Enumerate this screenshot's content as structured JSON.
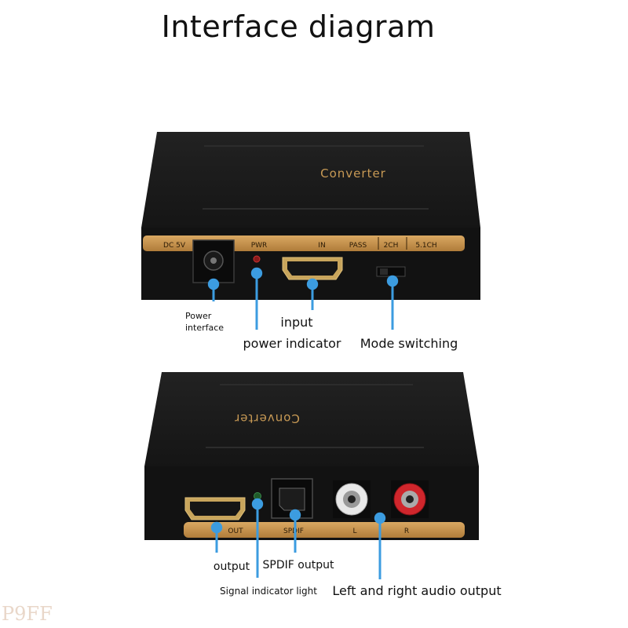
{
  "title": "Interface diagram",
  "unit_top": {
    "brand": "Converter",
    "panel_labels": {
      "dc": "DC 5V",
      "pwr": "PWR",
      "in": "IN",
      "pass": "PASS",
      "ch2": "2CH",
      "ch51": "5.1CH"
    },
    "callouts": {
      "power_interface_line1": "Power",
      "power_interface_line2": "interface",
      "input": "input",
      "power_indicator": "power indicator",
      "mode_switching": "Mode switching"
    }
  },
  "unit_bottom": {
    "brand": "Converter",
    "panel_labels": {
      "out": "OUT",
      "spdif": "SPDIF",
      "left": "L",
      "right": "R"
    },
    "callouts": {
      "output": "output",
      "spdif_output": "SPDIF output",
      "signal_indicator": "Signal indicator light",
      "lr_audio": "Left and right audio output"
    }
  },
  "watermark": "P9FF",
  "colors": {
    "device_body": "#141414",
    "device_top": "#1d1d1d",
    "gold_strip": "#c5914a",
    "brand_gold": "#c89a55",
    "callout_blue": "#3c9ce0",
    "rca_red": "#d0262c",
    "rca_white": "#e8e8e8"
  }
}
